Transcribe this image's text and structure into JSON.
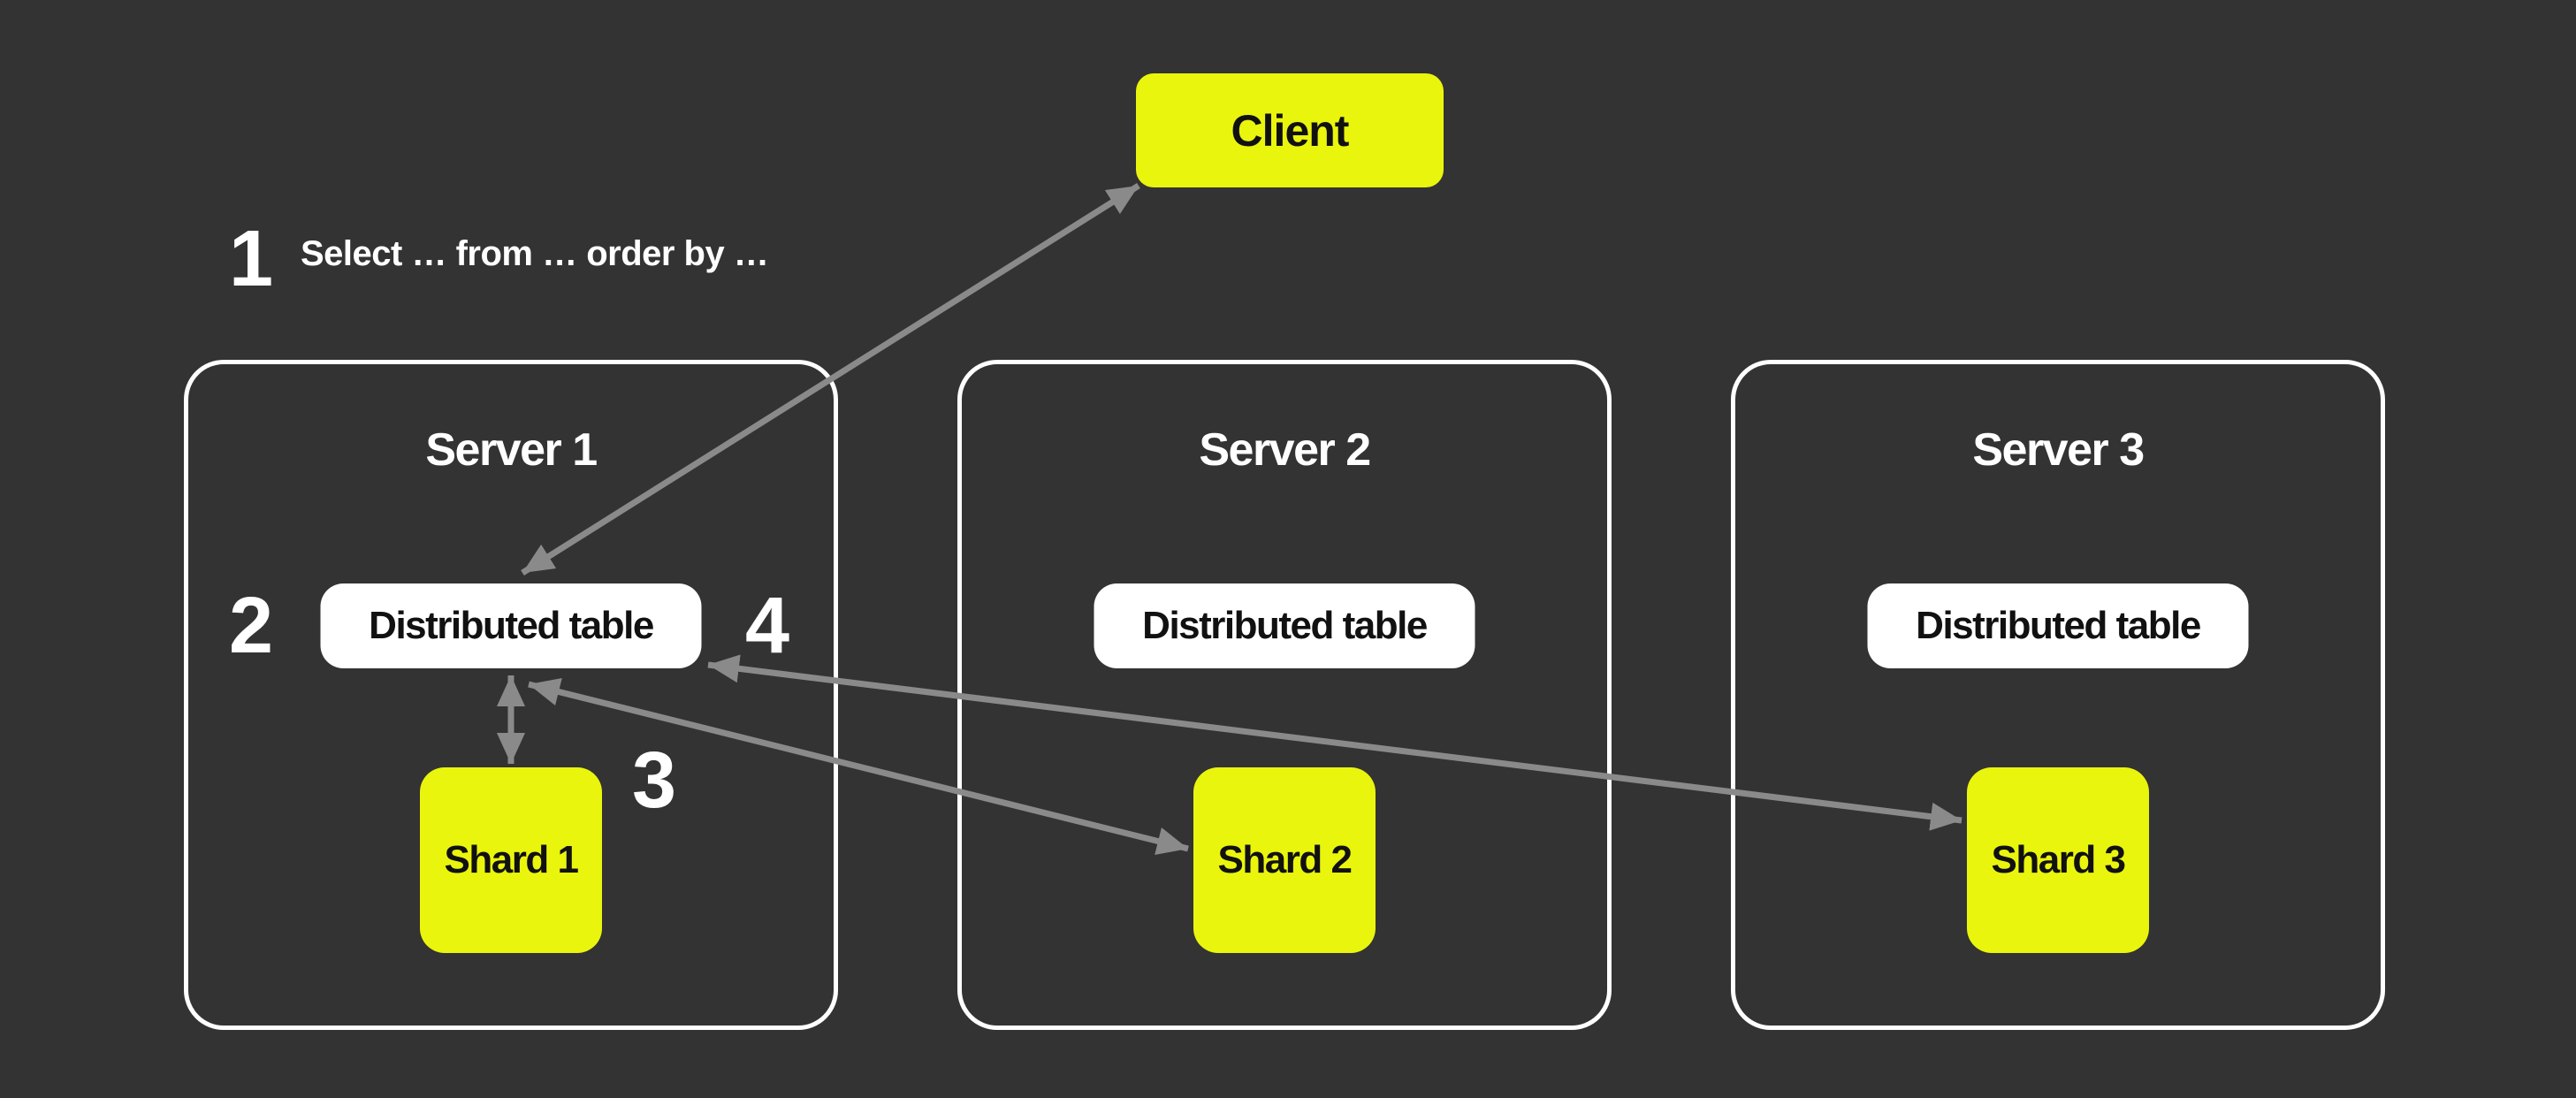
{
  "colors": {
    "background": "#333333",
    "accent_yellow": "#EAF50D",
    "box_white": "#FFFFFF",
    "arrow_gray": "#8A8A8A",
    "text_dark": "#111111",
    "text_light": "#FFFFFF"
  },
  "client": {
    "label": "Client"
  },
  "steps": {
    "one": {
      "number": "1",
      "query": "Select … from … order by …"
    },
    "two": {
      "number": "2"
    },
    "three": {
      "number": "3"
    },
    "four": {
      "number": "4"
    }
  },
  "servers": [
    {
      "title": "Server 1",
      "table_label": "Distributed table",
      "shard_label": "Shard 1"
    },
    {
      "title": "Server 2",
      "table_label": "Distributed table",
      "shard_label": "Shard 2"
    },
    {
      "title": "Server 3",
      "table_label": "Distributed table",
      "shard_label": "Shard 3"
    }
  ]
}
